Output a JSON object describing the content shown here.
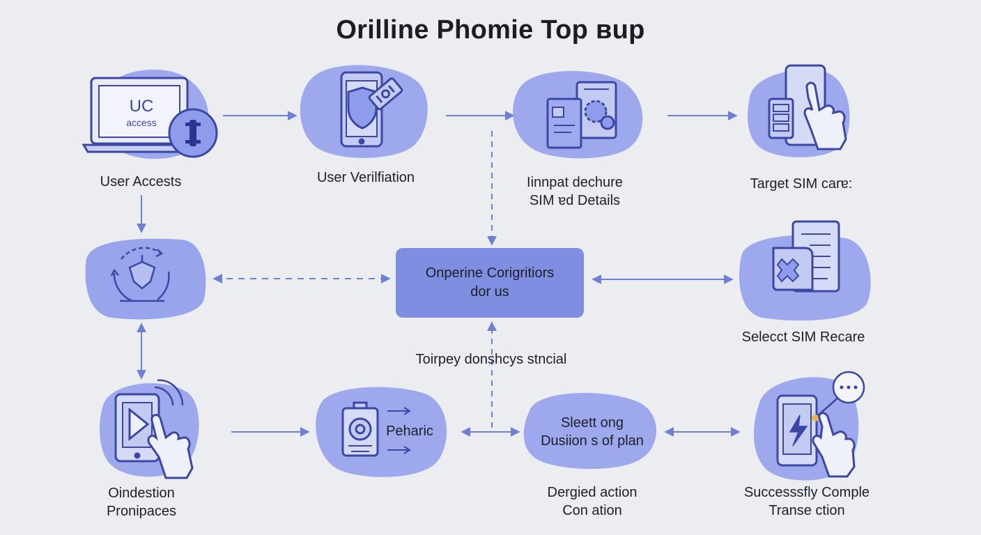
{
  "title": "Orilline Phomie Top ʙup",
  "colors": {
    "background": "#ecedf1",
    "blob": "#8f9ceb",
    "stroke": "#3c47a5",
    "arrow": "#6f7fd6"
  },
  "nodes": {
    "user_access": {
      "label": "User Accests",
      "screen_line1": "UC",
      "screen_line2": "access",
      "icon": "laptop-icon"
    },
    "user_verification": {
      "label": "User Verilfiation",
      "icon": "phone-shield-icon"
    },
    "input_details": {
      "label_line1": "Iinnpat dechure",
      "label_line2": "SIM ɐd Details",
      "icon": "sim-form-icon"
    },
    "target_sim": {
      "label": "Target SIM carɐ:",
      "icon": "phone-touch-icon"
    },
    "cycle": {
      "icon": "refresh-cycle-icon"
    },
    "center": {
      "line1": "Onperine Corigritiors",
      "line2": "dor us",
      "caption": "Toirpey donshcys stncial"
    },
    "select_sim": {
      "label": "Selecct SIM Recare",
      "icon": "sim-document-icon"
    },
    "online_process": {
      "label_line1": "Oindestion",
      "label_line2": "Pronipaces",
      "icon": "tablet-play-icon"
    },
    "peharic": {
      "text": "Peharic",
      "icon": "device-camera-icon"
    },
    "selecting_plan": {
      "text_line1": "Sleett ong",
      "text_line2": "Dusiion s of plan",
      "label_line1": "Dergied action",
      "label_line2": "Con ation"
    },
    "success": {
      "label_line1": "Successsfly Comple",
      "label_line2": "Transe ction",
      "icon": "phone-lightning-icon"
    }
  }
}
